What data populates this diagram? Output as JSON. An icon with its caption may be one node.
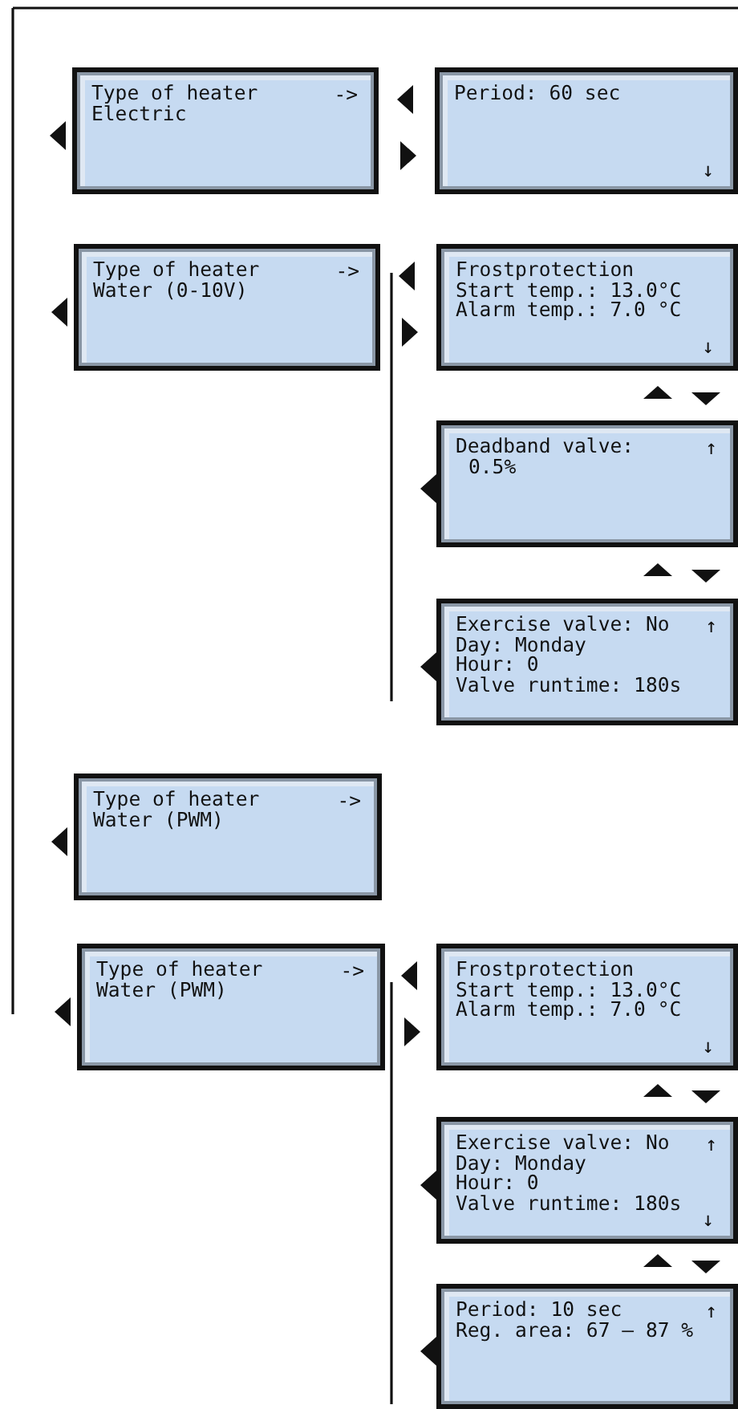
{
  "diagram": {
    "nodes": [
      {
        "text": [
          "Type of heater",
          "->",
          "Electric"
        ]
      },
      {
        "text": [
          "Period: 60 sec",
          "↓"
        ]
      },
      {
        "text": [
          "Type of heater",
          "->",
          "Water (0-10V)"
        ]
      },
      {
        "text": [
          "Frostprotection",
          "Start temp.: 13.0°C",
          "Alarm temp.: 7.0 °C",
          "↓"
        ]
      },
      {
        "text": [
          "Deadband valve:",
          "↑",
          "0.5%"
        ]
      },
      {
        "text": [
          "Exercise valve: No",
          "↑",
          "Day: Monday",
          "Hour: 0",
          "Valve runtime: 180s"
        ]
      },
      {
        "text": [
          "Type of heater",
          "->",
          "Water (PWM)"
        ]
      },
      {
        "text": [
          "Type of heater",
          "->",
          "Water (PWM)"
        ]
      },
      {
        "text": [
          "Frostprotection",
          "Start temp.: 13.0°C",
          "Alarm temp.: 7.0 °C",
          "↓"
        ]
      },
      {
        "text": [
          "Exercise valve: No",
          "↑",
          "Day: Monday",
          "Hour: 0",
          "Valve runtime: 180s",
          "↓"
        ]
      },
      {
        "text": [
          "Period: 10 sec",
          "↑",
          "Reg. area: 67 – 87 %"
        ]
      }
    ],
    "edges": [
      {
        "from": 0,
        "to": null,
        "arrow": "to"
      },
      {
        "from": 1,
        "to": 0,
        "arrow": "to"
      },
      {
        "from": 0,
        "to": 1,
        "arrow": "to"
      },
      {
        "from": 2,
        "to": null,
        "arrow": "to"
      },
      {
        "from": 3,
        "to": 2,
        "arrow": "to"
      },
      {
        "from": 2,
        "to": 3,
        "arrow": "to"
      },
      {
        "from": 4,
        "to": 3,
        "arrow": "to"
      },
      {
        "from": 3,
        "to": 4,
        "arrow": "to"
      },
      {
        "from": 4,
        "to": null,
        "arrow": "to"
      },
      {
        "from": 5,
        "to": 4,
        "arrow": "to"
      },
      {
        "from": 4,
        "to": 5,
        "arrow": "to"
      },
      {
        "from": 5,
        "to": null,
        "arrow": "to"
      },
      {
        "from": 6,
        "to": null,
        "arrow": "to"
      },
      {
        "from": 7,
        "to": null,
        "arrow": "to"
      },
      {
        "from": 8,
        "to": 7,
        "arrow": "to"
      },
      {
        "from": 7,
        "to": 8,
        "arrow": "to"
      },
      {
        "from": 9,
        "to": 8,
        "arrow": "to"
      },
      {
        "from": 8,
        "to": 9,
        "arrow": "to"
      },
      {
        "from": 9,
        "to": null,
        "arrow": "to"
      },
      {
        "from": 10,
        "to": 9,
        "arrow": "to"
      },
      {
        "from": 9,
        "to": 10,
        "arrow": "to"
      },
      {
        "from": 10,
        "to": null,
        "arrow": "to"
      }
    ]
  }
}
